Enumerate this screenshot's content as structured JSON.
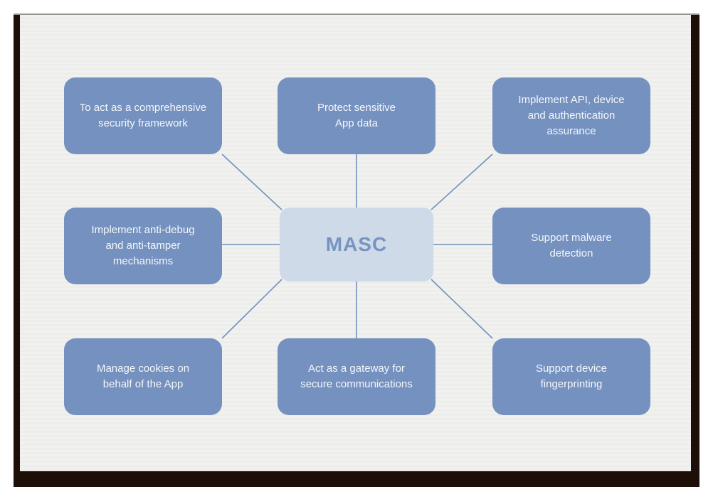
{
  "diagram": {
    "center": {
      "label": "MASC"
    },
    "nodes": [
      {
        "id": "comprehensive-security-framework",
        "label": "To act as a comprehensive\nsecurity framework"
      },
      {
        "id": "protect-sensitive-app-data",
        "label": "Protect sensitive\nApp data"
      },
      {
        "id": "api-device-auth-assurance",
        "label": "Implement API, device\nand authentication\nassurance"
      },
      {
        "id": "anti-debug-anti-tamper",
        "label": "Implement anti-debug\nand anti-tamper\nmechanisms"
      },
      {
        "id": "support-malware-detection",
        "label": "Support malware\ndetection"
      },
      {
        "id": "manage-cookies",
        "label": "Manage cookies on\nbehalf of the App"
      },
      {
        "id": "secure-comms-gateway",
        "label": "Act as a gateway for\nsecure communications"
      },
      {
        "id": "device-fingerprinting",
        "label": "Support device\nfingerprinting"
      }
    ],
    "colors": {
      "node_fill": "#7591bf",
      "node_text": "#f4f7fa",
      "center_fill": "#cfdae9",
      "center_text": "#7693c1",
      "connector": "#7390bd",
      "frame": "#1d0e07",
      "paper": "#f0f0ee"
    }
  }
}
